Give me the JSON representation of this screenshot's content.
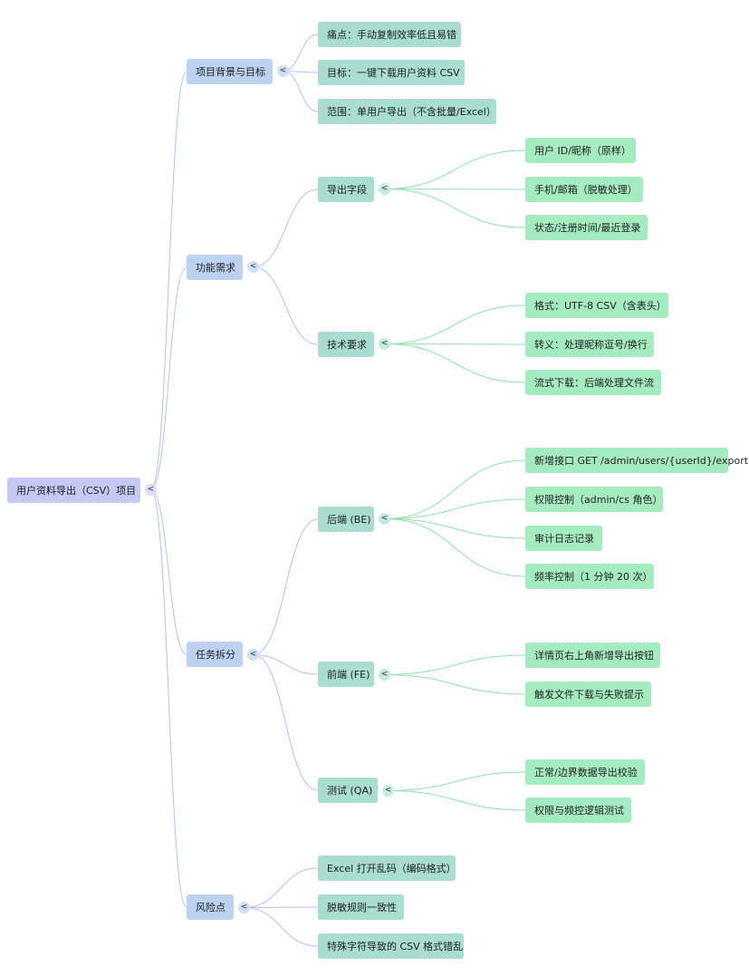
{
  "mindmap": {
    "toggle_glyph": "<",
    "root": {
      "label": "用户资料导出（CSV）项目",
      "children": [
        {
          "label": "项目背景与目标",
          "children": [
            {
              "label": "痛点：手动复制效率低且易错"
            },
            {
              "label": "目标：一键下载用户资料 CSV"
            },
            {
              "label": "范围：单用户导出（不含批量/Excel）"
            }
          ]
        },
        {
          "label": "功能需求",
          "children": [
            {
              "label": "导出字段",
              "children": [
                {
                  "label": "用户 ID/昵称（原样）"
                },
                {
                  "label": "手机/邮箱（脱敏处理）"
                },
                {
                  "label": "状态/注册时间/最近登录"
                }
              ]
            },
            {
              "label": "技术要求",
              "children": [
                {
                  "label": "格式：UTF-8 CSV（含表头）"
                },
                {
                  "label": "转义：处理昵称逗号/换行"
                },
                {
                  "label": "流式下载：后端处理文件流"
                }
              ]
            }
          ]
        },
        {
          "label": "任务拆分",
          "children": [
            {
              "label": "后端 (BE)",
              "children": [
                {
                  "label": "新增接口 GET /admin/users/{userId}/export"
                },
                {
                  "label": "权限控制（admin/cs 角色）"
                },
                {
                  "label": "审计日志记录"
                },
                {
                  "label": "频率控制（1 分钟 20 次）"
                }
              ]
            },
            {
              "label": "前端 (FE)",
              "children": [
                {
                  "label": "详情页右上角新增导出按钮"
                },
                {
                  "label": "触发文件下载与失败提示"
                }
              ]
            },
            {
              "label": "测试 (QA)",
              "children": [
                {
                  "label": "正常/边界数据导出校验"
                },
                {
                  "label": "权限与频控逻辑测试"
                }
              ]
            }
          ]
        },
        {
          "label": "风险点",
          "children": [
            {
              "label": "Excel 打开乱码（编码格式）"
            },
            {
              "label": "脱敏规则一致性"
            },
            {
              "label": "特殊字符导致的 CSV 格式错乱"
            }
          ]
        }
      ]
    }
  }
}
